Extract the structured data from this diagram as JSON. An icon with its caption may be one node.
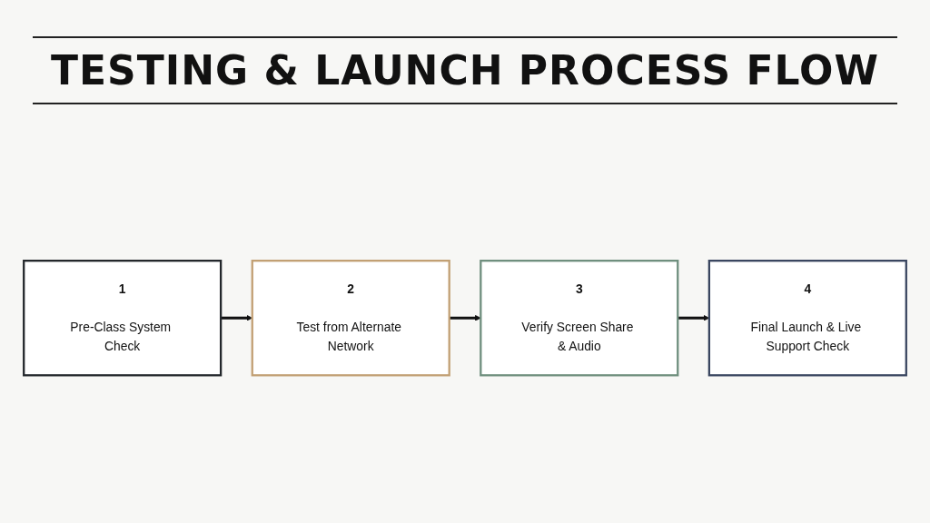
{
  "diagram": {
    "title": "TESTING & LAUNCH PROCESS FLOW",
    "nodes": [
      {
        "text": [
          "1",
          "Pre-Class System Check"
        ]
      },
      {
        "text": [
          "2",
          "Test from Alternate Network"
        ]
      },
      {
        "text": [
          "3",
          "Verify Screen Share & Audio"
        ]
      },
      {
        "text": [
          "4",
          "Final Launch & Live Support Check"
        ]
      }
    ],
    "edges": [
      {
        "from": 0,
        "to": 1,
        "arrow": "to"
      },
      {
        "from": 1,
        "to": 2,
        "arrow": "to"
      },
      {
        "from": 2,
        "to": 3,
        "arrow": "to"
      }
    ]
  }
}
